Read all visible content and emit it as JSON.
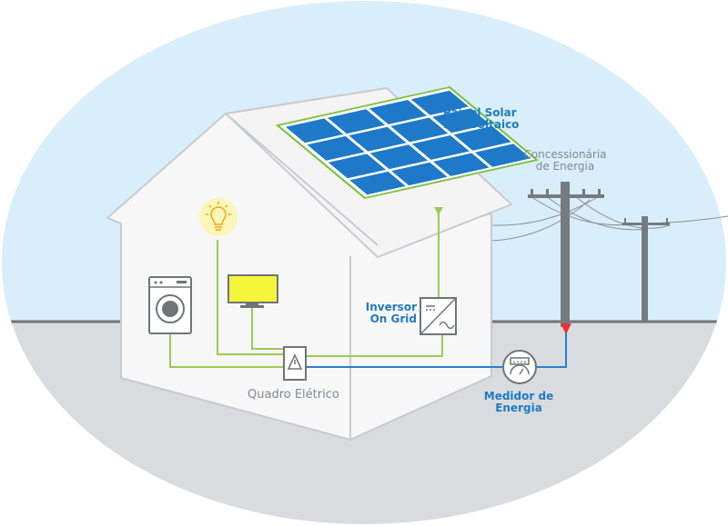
{
  "labels": {
    "solar_panel": [
      "Painel Solar",
      "Fotovoltaico"
    ],
    "utility": [
      "Concessionária",
      "de Energia"
    ],
    "inverter": [
      "Inversor",
      "On Grid"
    ],
    "breaker_box": "Quadro Elétrico",
    "energy_meter": [
      "Medidor de",
      "Energia"
    ]
  },
  "colors": {
    "sky": "#d8eefa",
    "ground": "#d9dcde",
    "house_wall": "#f7f7f7",
    "house_outline": "#c8cbcd",
    "solar_cell": "#1e79c9",
    "panel_frame": "#7dc242",
    "dc_wiring": "#9ccb53",
    "grid_wiring": "#2a7fcf",
    "tv_screen": "#f5f53a",
    "bulb_glow": "#fbf5b8",
    "utility_pole": "#767b80",
    "label_blue": "#1f7ac4",
    "label_gray": "#7f8a91"
  },
  "icons": {
    "solar_panel": "solar-panel-icon",
    "light_bulb": "light-bulb-icon",
    "washing_machine": "washing-machine-icon",
    "television": "television-icon",
    "breaker_box": "breaker-box-icon",
    "inverter": "inverter-icon",
    "meter": "energy-meter-icon",
    "pole": "utility-pole-icon"
  }
}
